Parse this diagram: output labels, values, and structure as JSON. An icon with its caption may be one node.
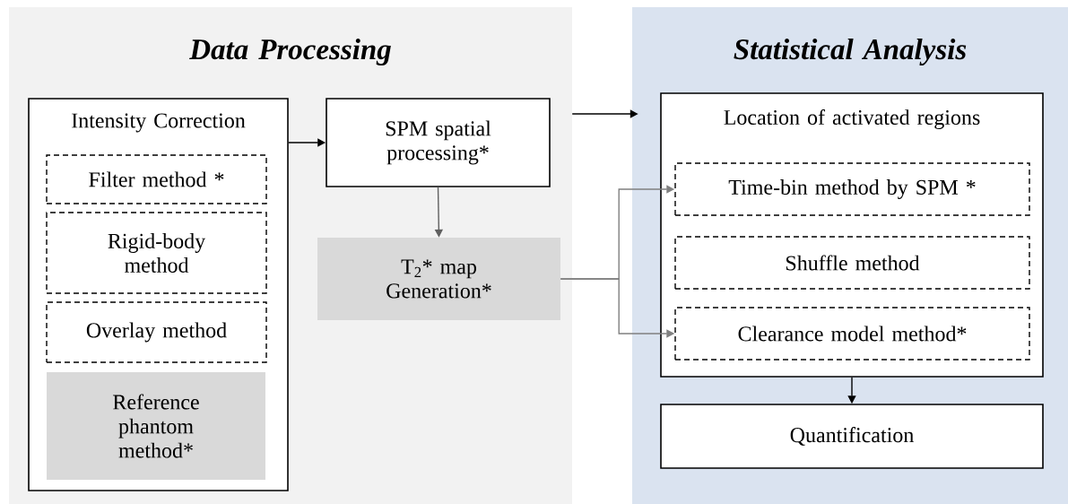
{
  "diagram": {
    "nodes": [
      {
        "text": [
          "Data Processing"
        ]
      },
      {
        "text": [
          "Intensity Correction"
        ],
        "in": 0
      },
      {
        "text": [
          "Filter method *"
        ],
        "in": 1
      },
      {
        "text": [
          "Rigid-body method"
        ],
        "in": 1
      },
      {
        "text": [
          "Overlay method"
        ],
        "in": 1
      },
      {
        "text": [
          "Reference phantom method*"
        ],
        "in": 1
      },
      {
        "text": [
          "SPM spatial processing*"
        ],
        "in": 0
      },
      {
        "text": [
          "T$_{2}$* map Generation*"
        ],
        "in": 0
      },
      {
        "text": [
          "Statistical Analysis"
        ]
      },
      {
        "text": [
          "Location of activated regions"
        ],
        "in": 8
      },
      {
        "text": [
          "Time-bin method by SPM *"
        ],
        "in": 9
      },
      {
        "text": [
          "Shuffle method"
        ],
        "in": 9
      },
      {
        "text": [
          "Clearance model method*"
        ],
        "in": 9
      },
      {
        "text": [
          "Quantification"
        ],
        "in": 8
      }
    ],
    "edges": [
      {
        "from": 1,
        "to": 6,
        "arrow": "to"
      },
      {
        "from": 6,
        "to": 7,
        "arrow": "to",
        "color": "#606060"
      },
      {
        "from": 0,
        "to": 8,
        "arrow": "to"
      },
      {
        "from": 7,
        "to": 10,
        "arrow": "to",
        "color": "#808080"
      },
      {
        "from": 7,
        "to": 12,
        "arrow": "to",
        "color": "#808080"
      },
      {
        "from": 9,
        "to": 13,
        "arrow": "to"
      }
    ]
  }
}
